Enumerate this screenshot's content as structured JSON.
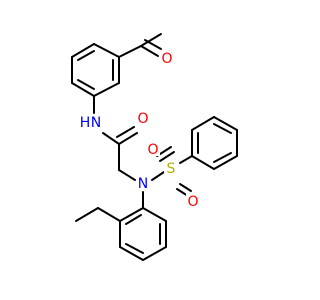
{
  "colors": {
    "bond": "#000000",
    "carbon": "#000000",
    "nitrogen": "#0000ff",
    "oxygen": "#ff0000",
    "sulfur": "#b2b200",
    "background": "#ffffff"
  },
  "atoms": {
    "nh_n": "N",
    "nh_h": "H",
    "amide_o": "O",
    "acetyl_o": "O",
    "sulfonamide_n": "N",
    "sulfur": "S",
    "sulfonyl_o_top": "O",
    "sulfonyl_o_bottom": "O"
  }
}
